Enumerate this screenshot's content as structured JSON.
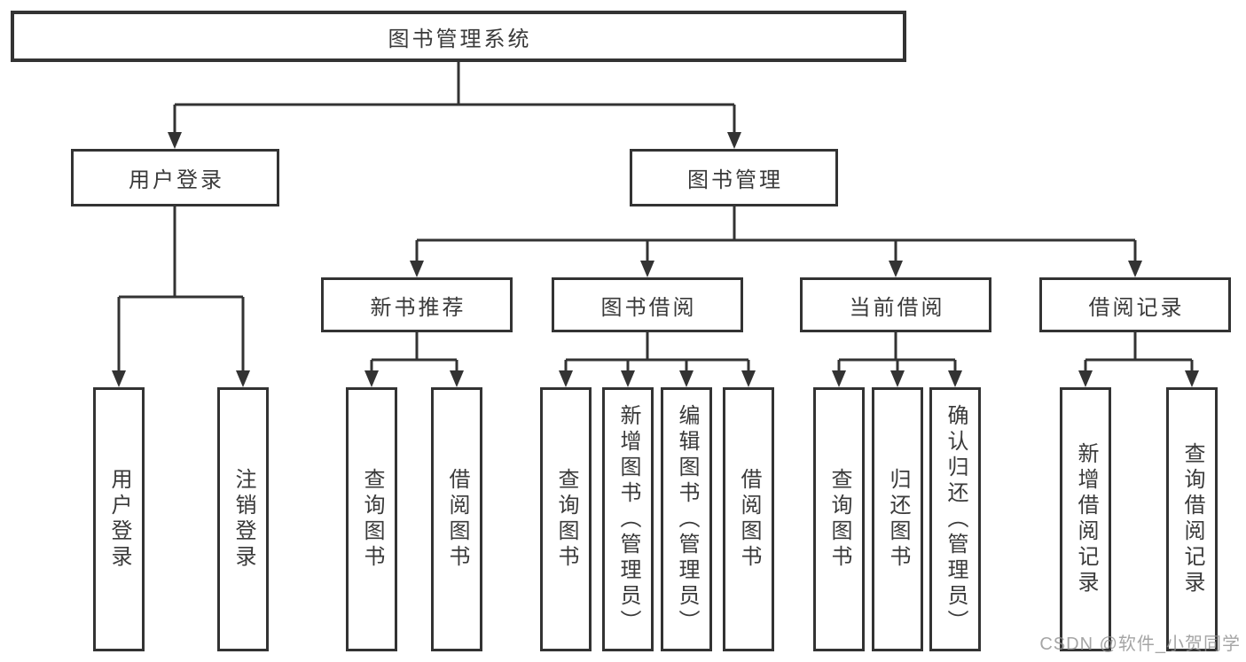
{
  "tree": {
    "root": {
      "label": "图书管理系统"
    },
    "user_branch": {
      "label": "用户登录",
      "children": [
        {
          "label": "用户登录"
        },
        {
          "label": "注销登录"
        }
      ]
    },
    "book_branch": {
      "label": "图书管理",
      "sections": [
        {
          "label": "新书推荐",
          "children": [
            {
              "label": "查询图书"
            },
            {
              "label": "借阅图书"
            }
          ]
        },
        {
          "label": "图书借阅",
          "children": [
            {
              "label": "查询图书"
            },
            {
              "label": "新增图书（管理员）"
            },
            {
              "label": "编辑图书（管理员）"
            },
            {
              "label": "借阅图书"
            }
          ]
        },
        {
          "label": "当前借阅",
          "children": [
            {
              "label": "查询图书"
            },
            {
              "label": "归还图书"
            },
            {
              "label": "确认归还（管理员）"
            }
          ]
        },
        {
          "label": "借阅记录",
          "children": [
            {
              "label": "新增借阅记录"
            },
            {
              "label": "查询借阅记录"
            }
          ]
        }
      ]
    }
  },
  "watermark": "CSDN @软件_小贺同学",
  "colors": {
    "line": "#333333",
    "box_border": "#333333",
    "text": "#3a3a3a",
    "watermark": "#8f8f8f",
    "background": "#ffffff"
  }
}
